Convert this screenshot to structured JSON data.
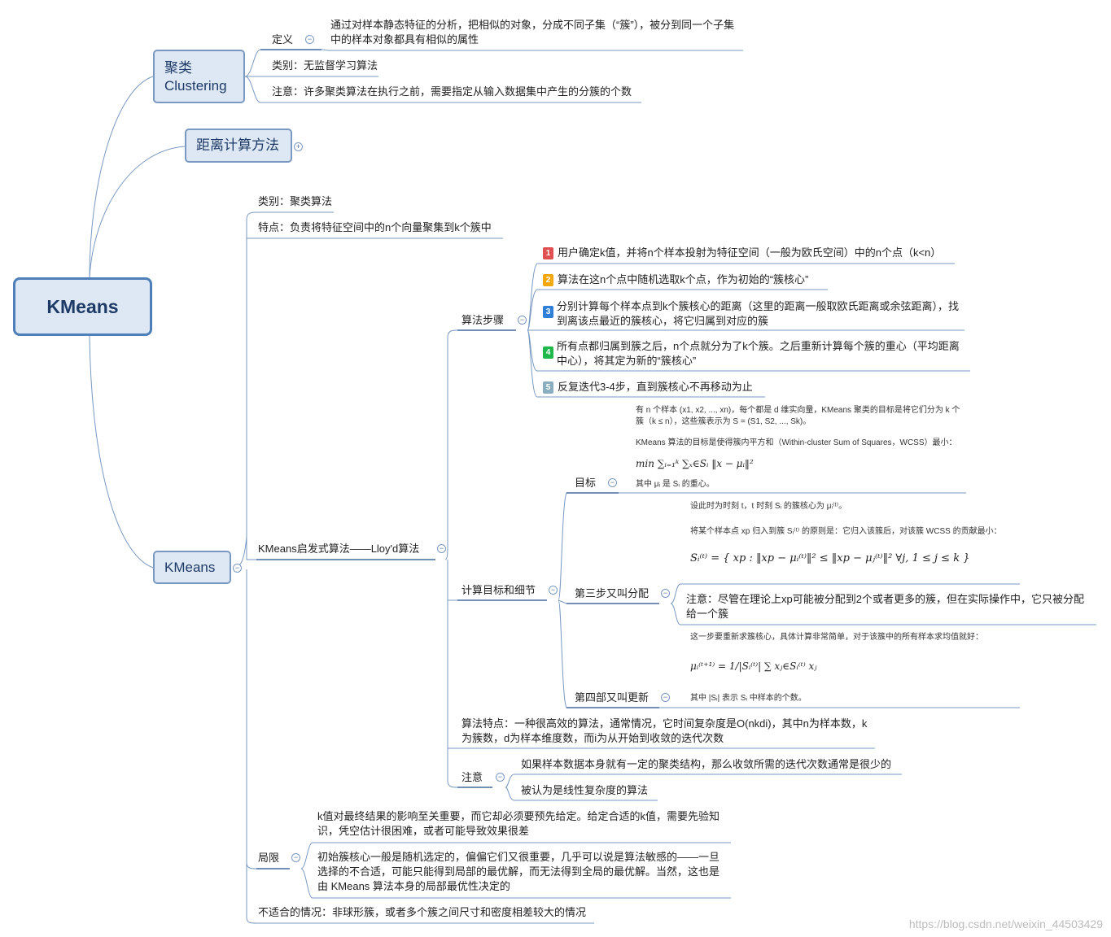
{
  "root": {
    "label": "KMeans"
  },
  "nodes": {
    "clustering_title": "聚类\nClustering",
    "def_label": "定义",
    "def_text": "通过对样本静态特征的分析，把相似的对象，分成不同子集（“簇”），被分到同一个子集中的样本对象都具有相似的属性",
    "category_unsup": "类别：无监督学习算法",
    "notice_num": "注意：许多聚类算法在执行之前，需要指定从输入数据集中产生的分簇的个数",
    "distance": "距离计算方法",
    "km_node": "KMeans",
    "km_category": "类别：聚类算法",
    "km_feature": "特点：负责将特征空间中的n个向量聚集到k个簇中",
    "heuristic": "KMeans启发式算法——Lloy'd算法",
    "steps_label": "算法步骤",
    "step1": "用户确定k值，并将n个样本投射为特征空间（一般为欧氏空间）中的n个点（k<n）",
    "step2": "算法在这n个点中随机选取k个点，作为初始的“簇核心”",
    "step3": "分别计算每个样本点到k个簇核心的距离（这里的距离一般取欧氏距离或余弦距离），找到离该点最近的簇核心，将它归属到对应的簇",
    "step4": "所有点都归属到簇之后，n个点就分为了k个簇。之后重新计算每个簇的重心（平均距离中心），将其定为新的“簇核心”",
    "step5": "反复迭代3-4步，直到簇核心不再移动为止",
    "calc_label": "计算目标和细节",
    "goal_label": "目标",
    "goal_t1": "有 n 个样本 (x1, x2, ..., xn)，每个都是 d 维实向量，KMeans 聚类的目标是将它们分为 k 个簇（k ≤ n），这些簇表示为 S = (S1, S2, ..., Sk)。",
    "goal_t2": "KMeans 算法的目标是使得簇内平方和（Within-cluster Sum of Squares，WCSS）最小：",
    "goal_formula": "min ∑ᵢ₌₁ᵏ ∑ₓ∈Sᵢ ‖x − μᵢ‖²",
    "goal_t3": "其中 μᵢ 是 Sᵢ 的重心。",
    "step3_assign_label": "第三步又叫分配",
    "assign_t1": "设此时为时刻 t，t 时刻 Sᵢ 的簇核心为 μᵢ⁽ᵗ⁾。",
    "assign_t2": "将某个样本点 xp 归入到簇 Sᵢ⁽ᵗ⁾ 的原则是：它归入该簇后，对该簇 WCSS 的贡献最小：",
    "assign_formula": "Sᵢ⁽ᵗ⁾ = { xp : ‖xp − μᵢ⁽ᵗ⁾‖² ≤ ‖xp − μⱼ⁽ᵗ⁾‖²  ∀j, 1 ≤ j ≤ k }",
    "assign_note": "注意：尽管在理论上xp可能被分配到2个或者更多的簇，但在实际操作中，它只被分配给一个簇",
    "step4_update_label": "第四部又叫更新",
    "update_t1": "这一步要重新求簇核心，具体计算非常简单，对于该簇中的所有样本求均值就好：",
    "update_formula": "μᵢ⁽ᵗ⁺¹⁾ = 1/|Sᵢ⁽ᵗ⁾| ∑ xⱼ∈Sᵢ⁽ᵗ⁾ xⱼ",
    "update_t2": "其中 |Sᵢ| 表示 Sᵢ 中样本的个数。",
    "algo_feature": "算法特点：一种很高效的算法，通常情况，它时间复杂度是O(nkdi)，其中n为样本数，k为簇数，d为样本维度数，而i为从开始到收敛的迭代次数",
    "attention_label": "注意",
    "attention1": "如果样本数据本身就有一定的聚类结构，那么收敛所需的迭代次数通常是很少的",
    "attention2": "被认为是线性复杂度的算法",
    "limit_label": "局限",
    "limit1": "k值对最终结果的影响至关重要，而它却必须要预先给定。给定合适的k值，需要先验知识，凭空估计很困难，或者可能导致效果很差",
    "limit2": "初始簇核心一般是随机选定的，偏偏它们又很重要，几乎可以说是算法敏感的——一旦选择的不合适，可能只能得到局部的最优解，而无法得到全局的最优解。当然，这也是由 KMeans 算法本身的局部最优性决定的",
    "unsuitable": "不适合的情况：非球形簇，或者多个簇之间尺寸和密度相差较大的情况"
  },
  "badges": [
    "1",
    "2",
    "3",
    "4",
    "5"
  ],
  "toggles": {
    "collapse": "−",
    "expand": "+"
  },
  "colors": {
    "line": "#7a99c2",
    "underline": "#1f4e8c",
    "badge1": "#e05050",
    "badge2": "#f4a70b",
    "badge3": "#2f7fd8",
    "badge4": "#1fb84a",
    "badge5": "#8aaebf"
  },
  "watermark": "https://blog.csdn.net/weixin_44503429"
}
